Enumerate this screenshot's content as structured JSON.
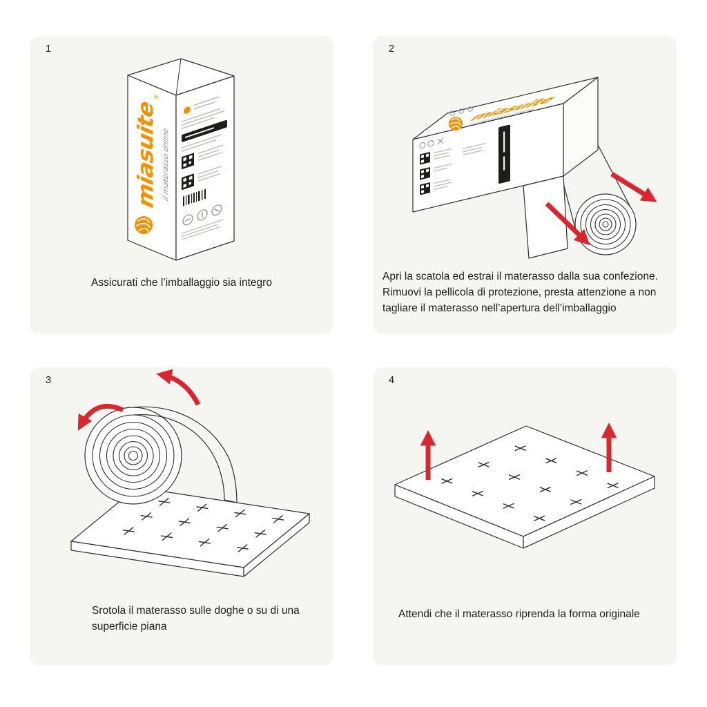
{
  "page": {
    "background": "#ffffff",
    "panel_background": "#f5f5f2"
  },
  "brand": {
    "name": "miasuite",
    "registered_mark": "®",
    "tagline": "il materasso online",
    "orange": "#F39200",
    "arrow_red": "#D7282F",
    "line_color": "#2E2E2E"
  },
  "panels": [
    {
      "number": "1",
      "caption": "Assicurati che l’imballaggio sia integro"
    },
    {
      "number": "2",
      "caption": "Apri la scatola ed estrai il materasso dalla sua confezione. Rimuovi la pellicola di protezione, presta attenzione a non tagliare il materasso nell’apertura dell’imballaggio"
    },
    {
      "number": "3",
      "caption": "Srotola il materasso sulle doghe o su di una superficie piana"
    },
    {
      "number": "4",
      "caption": "Attendi che il materasso riprenda la forma originale"
    }
  ]
}
